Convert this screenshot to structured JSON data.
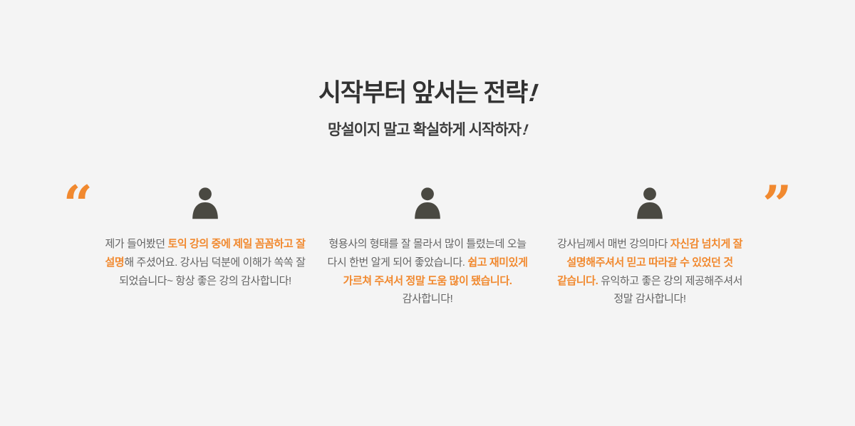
{
  "colors": {
    "background": "#f4f4f4",
    "accent": "#f1892f",
    "title": "#323232",
    "body": "#646464",
    "icon": "#4a4942"
  },
  "header": {
    "title": "시작부터 앞서는 전략",
    "title_mark": "!",
    "subtitle": "망설이지 말고 확실하게 시작하자",
    "subtitle_mark": "!"
  },
  "quotes": {
    "open": "“",
    "close": "”"
  },
  "testimonials": [
    {
      "segments": [
        {
          "text": "제가 들어봤던 ",
          "highlight": false
        },
        {
          "text": "토익 강의 중에 제일 꼼꼼하고 잘 설명",
          "highlight": true
        },
        {
          "text": "해 주셨어요. 강사님 덕분에 이해가 쏙쏙 잘 되었습니다~ 항상 좋은 강의 감사합니다!",
          "highlight": false
        }
      ]
    },
    {
      "segments": [
        {
          "text": "형용사의 형태를 잘 몰라서 많이 틀렸는데 오늘 다시 한번 알게 되어 좋았습니다. ",
          "highlight": false
        },
        {
          "text": "쉽고 재미있게 가르쳐 주셔서 정말 도움 많이 됐습니다.",
          "highlight": true
        },
        {
          "text": " 감사합니다!",
          "highlight": false
        }
      ]
    },
    {
      "segments": [
        {
          "text": "강사님께서 매번 강의마다 ",
          "highlight": false
        },
        {
          "text": "자신감 넘치게 잘 설명해주셔서 믿고 따라갈 수 있었던 것 같습니다.",
          "highlight": true
        },
        {
          "text": " 유익하고 좋은 강의 제공해주셔서 정말 감사합니다!",
          "highlight": false
        }
      ]
    }
  ]
}
